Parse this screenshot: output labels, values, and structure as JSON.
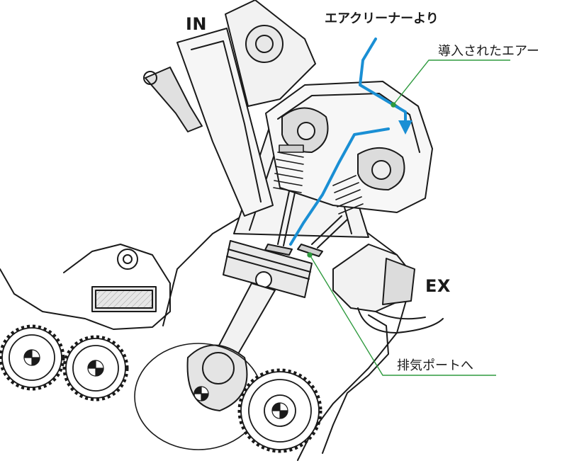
{
  "labels": {
    "intake": "IN",
    "exhaust": "EX",
    "air_source": "エアクリーナーより",
    "introduced_air": "導入されたエアー",
    "to_exhaust_port": "排気ポートへ"
  },
  "colors": {
    "air_flow": "#1a8fd4",
    "leader_line": "#2e9a3e",
    "line_art": "#1a1a1a",
    "shade": "#bdbdbd"
  }
}
